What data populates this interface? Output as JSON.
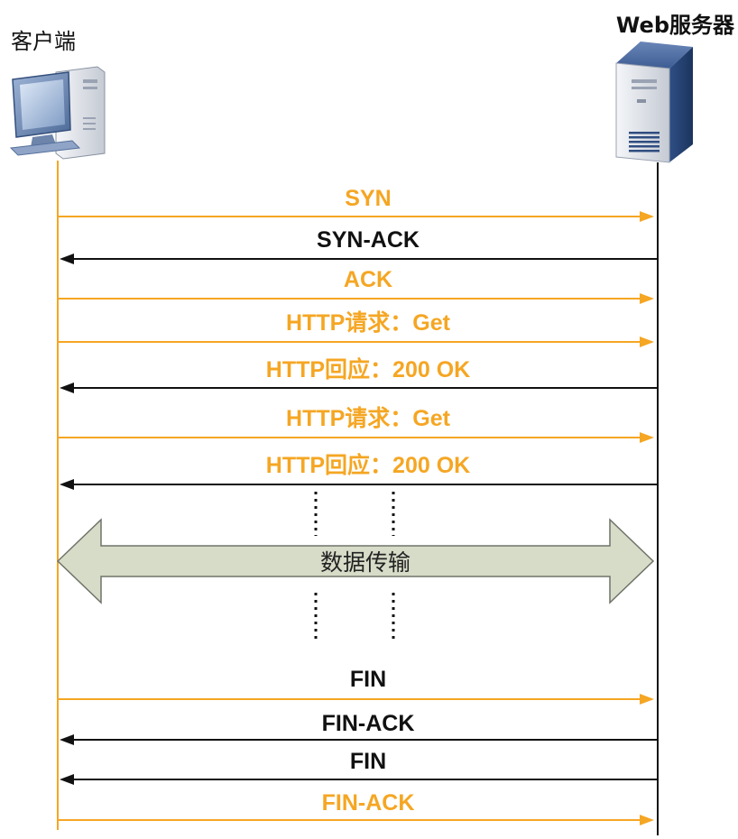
{
  "actors": {
    "client": "客户端",
    "server": "Web服务器"
  },
  "colors": {
    "orange": "#f5a623",
    "black": "#111111",
    "band_fill": "#d7dcc9",
    "band_stroke": "#6f7368"
  },
  "icons": {
    "client": "desktop-computer-icon",
    "server": "server-tower-icon"
  },
  "messages": [
    {
      "id": "syn-1",
      "label": "SYN",
      "direction": "to-server",
      "arrow_color": "orange",
      "text_color": "orange"
    },
    {
      "id": "syn-ack",
      "label": "SYN-ACK",
      "direction": "to-client",
      "arrow_color": "black",
      "text_color": "black"
    },
    {
      "id": "ack",
      "label": "ACK",
      "direction": "to-server",
      "arrow_color": "orange",
      "text_color": "orange"
    },
    {
      "id": "http-req-1",
      "label": "HTTP请求：Get",
      "direction": "to-server",
      "arrow_color": "orange",
      "text_color": "orange"
    },
    {
      "id": "http-res-1",
      "label": "HTTP回应：200 OK",
      "direction": "to-client",
      "arrow_color": "black",
      "text_color": "orange"
    },
    {
      "id": "http-req-2",
      "label": "HTTP请求：Get",
      "direction": "to-server",
      "arrow_color": "orange",
      "text_color": "orange"
    },
    {
      "id": "http-res-2",
      "label": "HTTP回应：200 OK",
      "direction": "to-client",
      "arrow_color": "black",
      "text_color": "orange"
    },
    {
      "id": "fin-1",
      "label": "FIN",
      "direction": "to-server",
      "arrow_color": "orange",
      "text_color": "black"
    },
    {
      "id": "fin-ack-1",
      "label": "FIN-ACK",
      "direction": "to-client",
      "arrow_color": "black",
      "text_color": "black"
    },
    {
      "id": "fin-2",
      "label": "FIN",
      "direction": "to-client",
      "arrow_color": "black",
      "text_color": "black"
    },
    {
      "id": "fin-ack-2",
      "label": "FIN-ACK",
      "direction": "to-server",
      "arrow_color": "orange",
      "text_color": "orange"
    }
  ],
  "transfer": {
    "label": "数据传输"
  }
}
